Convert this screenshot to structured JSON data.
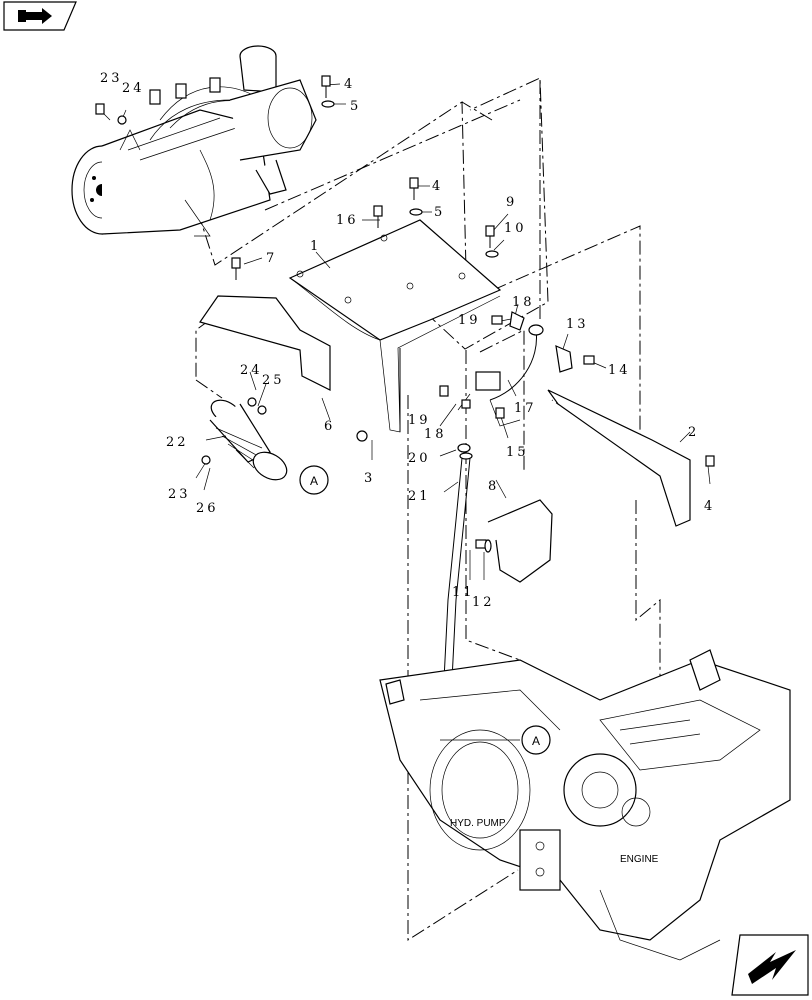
{
  "nav": {
    "top_icon": "book-arrow-icon",
    "bottom_icon": "back-arrow-icon"
  },
  "callouts": {
    "c1": "1",
    "c2": "2",
    "c3": "3",
    "c4a": "4",
    "c4b": "4",
    "c4c": "4",
    "c5a": "5",
    "c5b": "5",
    "c6": "6",
    "c7": "7",
    "c8": "8",
    "c9": "9",
    "c10": "10",
    "c11": "11",
    "c12": "12",
    "c13": "13",
    "c14": "14",
    "c15": "15",
    "c16": "16",
    "c17": "17",
    "c18a": "18",
    "c18b": "18",
    "c19a": "19",
    "c19b": "19",
    "c20": "20",
    "c21": "21",
    "c22": "22",
    "c23a": "23",
    "c23b": "23",
    "c24a": "24",
    "c24b": "24",
    "c25": "25",
    "c26": "26"
  },
  "refs": {
    "refA1": "A",
    "refA2": "A"
  },
  "labels": {
    "hyd_pump": "HYD. PUMP",
    "engine": "ENGINE"
  }
}
